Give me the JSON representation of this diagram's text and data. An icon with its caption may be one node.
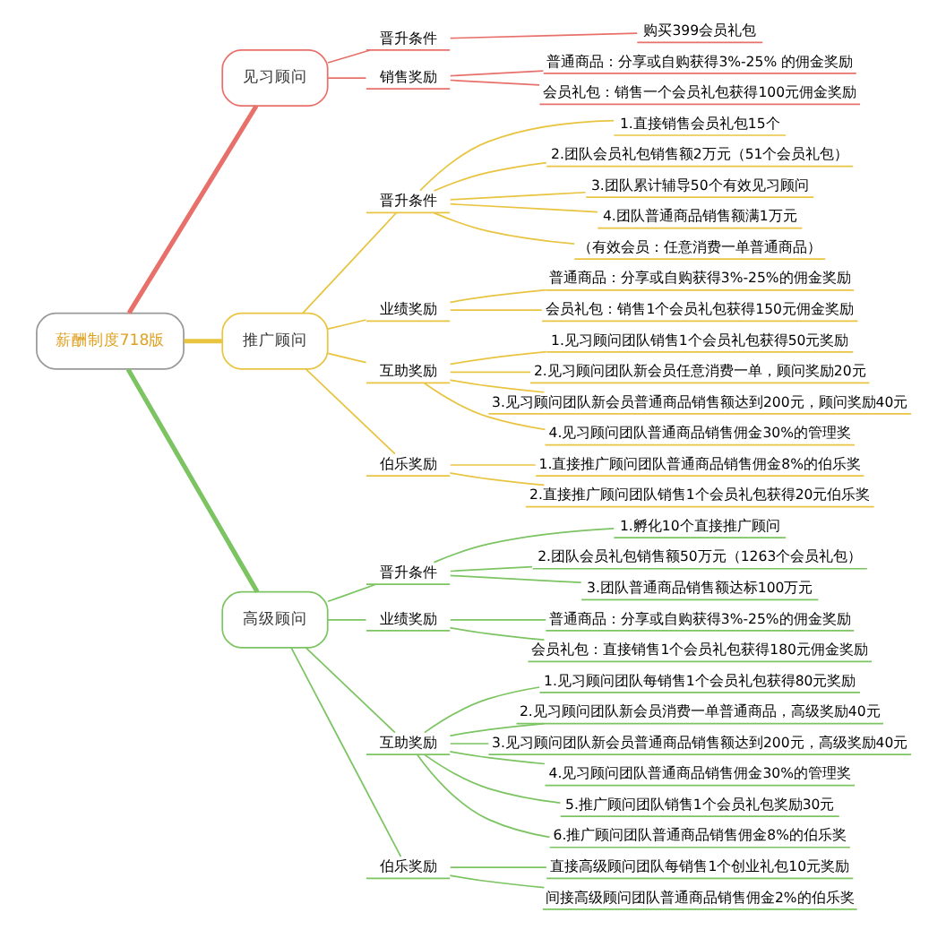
{
  "diagram": {
    "nodes": [
      {
        "text": [
          "薪酬制度718版"
        ]
      },
      {
        "text": [
          "见习顾问"
        ]
      },
      {
        "text": [
          "晋升条件"
        ]
      },
      {
        "text": [
          "购买399会员礼包"
        ]
      },
      {
        "text": [
          "销售奖励"
        ]
      },
      {
        "text": [
          "普通商品：分享或自购获得3%-25% 的佣金奖励"
        ]
      },
      {
        "text": [
          "会员礼包：销售一个会员礼包获得100元佣金奖励"
        ]
      },
      {
        "text": [
          "推广顾问"
        ]
      },
      {
        "text": [
          "晋升条件"
        ]
      },
      {
        "text": [
          "1.直接销售会员礼包15个"
        ]
      },
      {
        "text": [
          "2.团队会员礼包销售额2万元（51个会员礼包）"
        ]
      },
      {
        "text": [
          "3.团队累计辅导50个有效见习顾问"
        ]
      },
      {
        "text": [
          "4.团队普通商品销售额满1万元"
        ]
      },
      {
        "text": [
          "（有效会员：任意消费一单普通商品）"
        ]
      },
      {
        "text": [
          "业绩奖励"
        ]
      },
      {
        "text": [
          "普通商品：分享或自购获得3%-25%的佣金奖励"
        ]
      },
      {
        "text": [
          "会员礼包：销售1个会员礼包获得150元佣金奖励"
        ]
      },
      {
        "text": [
          "互助奖励"
        ]
      },
      {
        "text": [
          "1.见习顾问团队销售1个会员礼包获得50元奖励"
        ]
      },
      {
        "text": [
          "2.见习顾问团队新会员任意消费一单，顾问奖励20元"
        ]
      },
      {
        "text": [
          "3.见习顾问团队新会员普通商品销售额达到200元，顾问奖励40元"
        ]
      },
      {
        "text": [
          "4.见习顾问团队普通商品销售佣金30%的管理奖"
        ]
      },
      {
        "text": [
          "伯乐奖励"
        ]
      },
      {
        "text": [
          "1.直接推广顾问团队普通商品销售佣金8%的伯乐奖"
        ]
      },
      {
        "text": [
          "2.直接推广顾问团队销售1个会员礼包获得20元伯乐奖"
        ]
      },
      {
        "text": [
          "高级顾问"
        ]
      },
      {
        "text": [
          "晋升条件"
        ]
      },
      {
        "text": [
          "1.孵化10个直接推广顾问"
        ]
      },
      {
        "text": [
          "2.团队会员礼包销售额50万元（1263个会员礼包）"
        ]
      },
      {
        "text": [
          "3.团队普通商品销售额达标100万元"
        ]
      },
      {
        "text": [
          "业绩奖励"
        ]
      },
      {
        "text": [
          "普通商品：分享或自购获得3%-25%的佣金奖励"
        ]
      },
      {
        "text": [
          "会员礼包：直接销售1个会员礼包获得180元佣金奖励"
        ]
      },
      {
        "text": [
          "互助奖励"
        ]
      },
      {
        "text": [
          "1.见习顾问团队每销售1个会员礼包获得80元奖励"
        ]
      },
      {
        "text": [
          "2.见习顾问团队新会员消费一单普通商品，高级奖励40元"
        ]
      },
      {
        "text": [
          "3.见习顾问团队新会员普通商品销售额达到200元，高级奖励40元"
        ]
      },
      {
        "text": [
          "4.见习顾问团队普通商品销售佣金30%的管理奖"
        ]
      },
      {
        "text": [
          "5.推广顾问团队销售1个会员礼包奖励30元"
        ]
      },
      {
        "text": [
          "6.推广顾问团队普通商品销售佣金8%的伯乐奖"
        ]
      },
      {
        "text": [
          "伯乐奖励"
        ]
      },
      {
        "text": [
          "直接高级顾问团队每销售1个创业礼包10元奖励"
        ]
      },
      {
        "text": [
          "间接高级顾问团队普通商品销售佣金2%的伯乐奖"
        ]
      }
    ],
    "edges": [
      {
        "from": 0,
        "to": 1,
        "arrow": "none",
        "style": "thick",
        "color": "#e8706a"
      },
      {
        "from": 1,
        "to": 2,
        "arrow": "none",
        "color": "#e8706a"
      },
      {
        "from": 2,
        "to": 3,
        "arrow": "none",
        "color": "#e8706a"
      },
      {
        "from": 1,
        "to": 4,
        "arrow": "none",
        "color": "#e8706a"
      },
      {
        "from": 4,
        "to": 5,
        "arrow": "none",
        "color": "#e8706a"
      },
      {
        "from": 4,
        "to": 6,
        "arrow": "none",
        "color": "#e8706a"
      },
      {
        "from": 0,
        "to": 7,
        "arrow": "none",
        "style": "thick",
        "color": "#e8c440"
      },
      {
        "from": 7,
        "to": 8,
        "arrow": "none",
        "color": "#e8c440"
      },
      {
        "from": 8,
        "to": 9,
        "arrow": "none",
        "color": "#e8c440"
      },
      {
        "from": 8,
        "to": 10,
        "arrow": "none",
        "color": "#e8c440"
      },
      {
        "from": 8,
        "to": 11,
        "arrow": "none",
        "color": "#e8c440"
      },
      {
        "from": 8,
        "to": 12,
        "arrow": "none",
        "color": "#e8c440"
      },
      {
        "from": 8,
        "to": 13,
        "arrow": "none",
        "color": "#e8c440"
      },
      {
        "from": 7,
        "to": 14,
        "arrow": "none",
        "color": "#e8c440"
      },
      {
        "from": 14,
        "to": 15,
        "arrow": "none",
        "color": "#e8c440"
      },
      {
        "from": 14,
        "to": 16,
        "arrow": "none",
        "color": "#e8c440"
      },
      {
        "from": 7,
        "to": 17,
        "arrow": "none",
        "color": "#e8c440"
      },
      {
        "from": 17,
        "to": 18,
        "arrow": "none",
        "color": "#e8c440"
      },
      {
        "from": 17,
        "to": 19,
        "arrow": "none",
        "color": "#e8c440"
      },
      {
        "from": 17,
        "to": 20,
        "arrow": "none",
        "color": "#e8c440"
      },
      {
        "from": 17,
        "to": 21,
        "arrow": "none",
        "color": "#e8c440"
      },
      {
        "from": 7,
        "to": 22,
        "arrow": "none",
        "color": "#e8c440"
      },
      {
        "from": 22,
        "to": 23,
        "arrow": "none",
        "color": "#e8c440"
      },
      {
        "from": 22,
        "to": 24,
        "arrow": "none",
        "color": "#e8c440"
      },
      {
        "from": 0,
        "to": 25,
        "arrow": "none",
        "style": "thick",
        "color": "#7cc462"
      },
      {
        "from": 25,
        "to": 26,
        "arrow": "none",
        "color": "#7cc462"
      },
      {
        "from": 26,
        "to": 27,
        "arrow": "none",
        "color": "#7cc462"
      },
      {
        "from": 26,
        "to": 28,
        "arrow": "none",
        "color": "#7cc462"
      },
      {
        "from": 26,
        "to": 29,
        "arrow": "none",
        "color": "#7cc462"
      },
      {
        "from": 25,
        "to": 30,
        "arrow": "none",
        "color": "#7cc462"
      },
      {
        "from": 30,
        "to": 31,
        "arrow": "none",
        "color": "#7cc462"
      },
      {
        "from": 30,
        "to": 32,
        "arrow": "none",
        "color": "#7cc462"
      },
      {
        "from": 25,
        "to": 33,
        "arrow": "none",
        "color": "#7cc462"
      },
      {
        "from": 33,
        "to": 34,
        "arrow": "none",
        "color": "#7cc462"
      },
      {
        "from": 33,
        "to": 35,
        "arrow": "none",
        "color": "#7cc462"
      },
      {
        "from": 33,
        "to": 36,
        "arrow": "none",
        "color": "#7cc462"
      },
      {
        "from": 33,
        "to": 37,
        "arrow": "none",
        "color": "#7cc462"
      },
      {
        "from": 33,
        "to": 38,
        "arrow": "none",
        "color": "#7cc462"
      },
      {
        "from": 33,
        "to": 39,
        "arrow": "none",
        "color": "#7cc462"
      },
      {
        "from": 25,
        "to": 40,
        "arrow": "none",
        "color": "#7cc462"
      },
      {
        "from": 40,
        "to": 41,
        "arrow": "none",
        "color": "#7cc462"
      },
      {
        "from": 40,
        "to": 42,
        "arrow": "none",
        "color": "#7cc462"
      }
    ]
  }
}
